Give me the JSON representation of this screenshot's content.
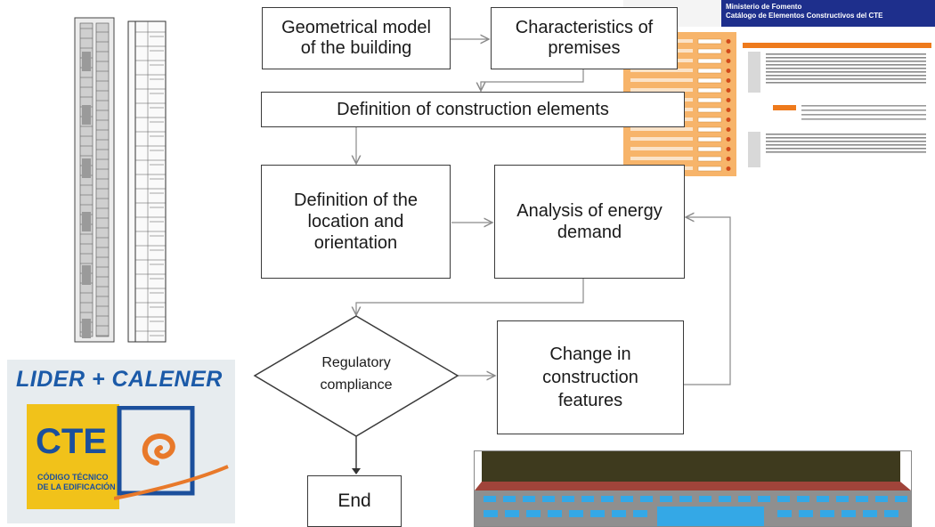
{
  "nodes": {
    "geometric_model": "Geometrical model\nof the building",
    "characteristics": "Characteristics of\npremises",
    "definition_construction": "Definition of construction elements",
    "location_orientation": "Definition of the\nlocation and\norientation",
    "energy_demand": "Analysis of energy\ndemand",
    "regulatory": "Regulatory\ncompliance",
    "change_features": "Change in\nconstruction\nfeatures",
    "end": "End"
  },
  "logo": {
    "title": "LIDER + CALENER",
    "cte": "CTE",
    "subtitle_line1": "CÓDIGO TÉCNICO",
    "subtitle_line2": "DE LA EDIFICACIÓN"
  },
  "screenshot": {
    "header_line1": "Ministerio de Fomento",
    "header_line2": "Catálogo de Elementos Constructivos del CTE"
  },
  "colors": {
    "box_border": "#3a3a3a",
    "arrow": "#8a8a8a",
    "logo_blue": "#1b5aa8",
    "logo_yellow": "#f1c21a",
    "logo_orange": "#e8792a",
    "screenshot_header": "#1e2f8c",
    "screenshot_side": "#f7b46a",
    "roof": "#3e3a1e",
    "wall": "#8f8f8f",
    "window": "#34a8e6",
    "cornice": "#a0443a"
  }
}
